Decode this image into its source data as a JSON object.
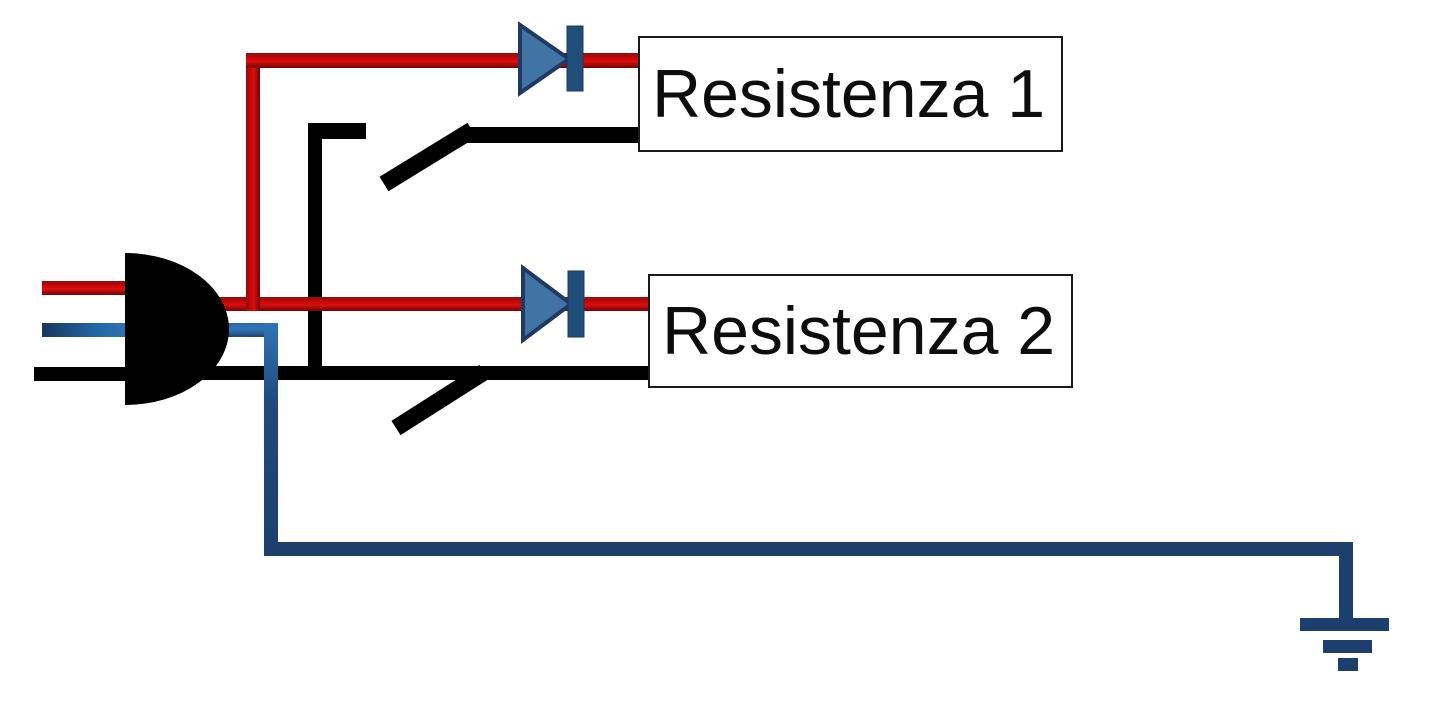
{
  "diagram": {
    "type": "electrical-wiring-schematic",
    "labels": {
      "resistenza1": "Resistenza 1",
      "resistenza2": "Resistenza 2"
    },
    "icons": {
      "plug": "power-plug-icon",
      "diode1": "diode-icon",
      "diode2": "diode-icon",
      "switch1": "switch-open-icon",
      "switch2": "switch-closed-icon",
      "ground": "earth-ground-icon"
    },
    "colors": {
      "live_wire_red": "#c00000",
      "neutral_wire_navy": "#1c3f6e",
      "neutral_wire_bright": "#2e75b6",
      "switch_wire_black": "#000000",
      "diode_fill": "#4173a5",
      "diode_bar": "#1f4e79",
      "diode_outline": "#1f3864",
      "background": "#ffffff",
      "label_text": "#0d0d0d"
    }
  }
}
